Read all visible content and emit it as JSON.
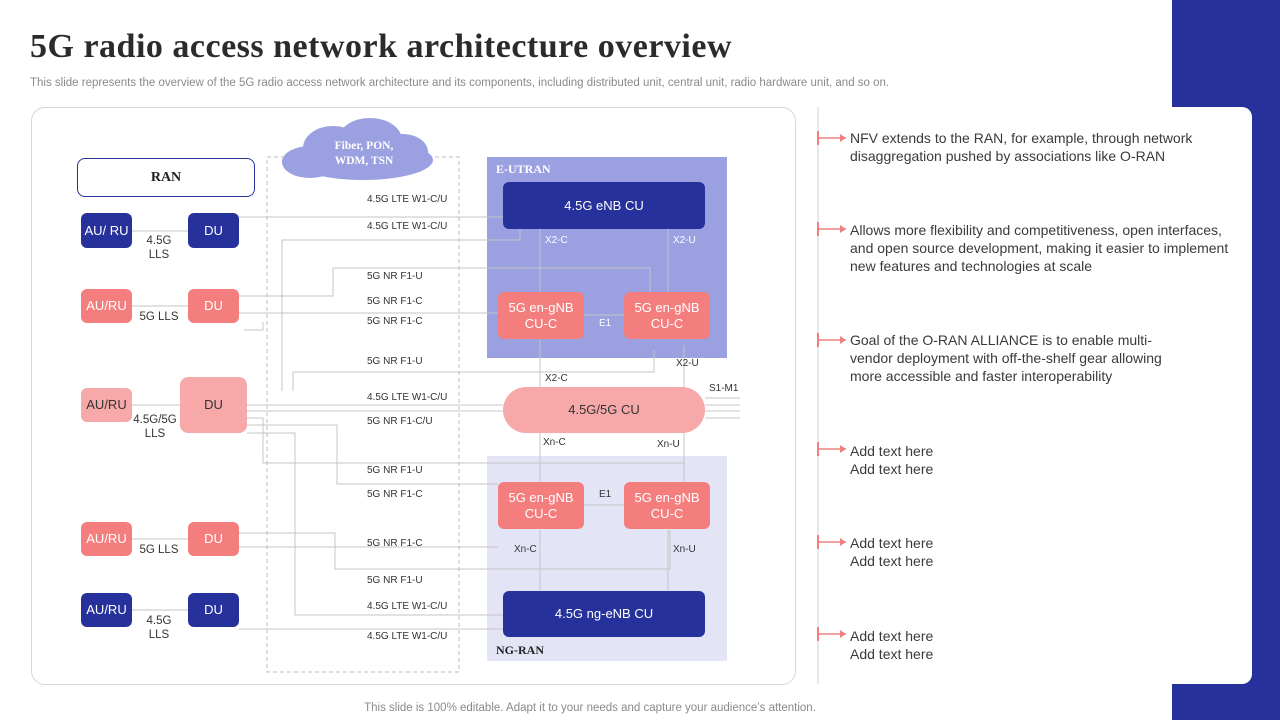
{
  "title": "5G radio access network architecture overview",
  "subtitle": "This slide represents the overview of the 5G radio access network architecture and its components, including distributed unit, central unit, radio hardware unit, and so on.",
  "footer": "This slide is 100% editable. Adapt it to your needs and capture your audience’s attention.",
  "diagram": {
    "ran_label": "RAN",
    "cloud_label": "Fiber, PON, WDM, TSN",
    "eutran_label": "E-UTRAN",
    "ngran_label": "NG-RAN",
    "radio_units": [
      {
        "au": "AU/ RU",
        "du": "DU",
        "lls": "4.5G LLS"
      },
      {
        "au": "AU/RU",
        "du": "DU",
        "lls": "5G LLS"
      },
      {
        "au": "AU/RU",
        "du": "DU",
        "lls": "4.5G/5G LLS"
      },
      {
        "au": "AU/RU",
        "du": "DU",
        "lls": "5G LLS"
      },
      {
        "au": "AU/RU",
        "du": "DU",
        "lls": "4.5G LLS"
      }
    ],
    "interfaces": [
      "4.5G LTE  W1-C/U",
      "4.5G LTE  W1-C/U",
      "5G NR  F1-U",
      "5G NR  F1-C",
      "5G NR  F1-C",
      "5G NR  F1-U",
      "4.5G LTE  W1-C/U",
      "5G NR  F1-C/U",
      "5G NR  F1-U",
      "5G NR  F1-C",
      "5G NR  F1-C",
      "5G NR  F1-U",
      "4.5G LTE  W1-C/U",
      "4.5G LTE  W1-C/U"
    ],
    "cu_units": {
      "enb": "4.5G eNB CU",
      "engnb_a": "5G en-gNB CU-C",
      "engnb_b": "5G en-gNB CU-C",
      "central": "4.5G/5G CU",
      "engnb_c": "5G en-gNB CU-C",
      "engnb_d": "5G en-gNB CU-C",
      "ngenb": "4.5G ng-eNB CU"
    },
    "link_labels": {
      "x2c_top": "X2-C",
      "x2u_top": "X2-U",
      "e1_top": "E1",
      "x2u_mid": "X2-U",
      "x2c_mid": "X2-C",
      "s1m1": "S1-M1",
      "xnc_mid": "Xn-C",
      "xnu_mid": "Xn-U",
      "e1_bottom": "E1",
      "xnc_bottom": "Xn-C",
      "xnu_bottom": "Xn-U"
    }
  },
  "bullets": [
    "NFV extends to the RAN, for example, through network disaggregation pushed by associations like O-RAN",
    "Allows more flexibility  and competitiveness, open interfaces, and open source development, making it easier to implement new features and technologies at scale",
    "Goal of the O-RAN ALLIANCE  is to enable multi-vendor deployment with off-the-shelf gear allowing more accessible and faster interoperability",
    "Add text here Add text here",
    "Add text here Add text here",
    "Add text here Add text here"
  ],
  "colors": {
    "navy": "#26319b",
    "coral": "#f47e7e",
    "pink": "#f7a9a9",
    "eutran_bg": "#9aa0e0",
    "ngran_bg": "#e3e5f7",
    "cloud": "#9aa0e0",
    "marker": "#f08080"
  }
}
